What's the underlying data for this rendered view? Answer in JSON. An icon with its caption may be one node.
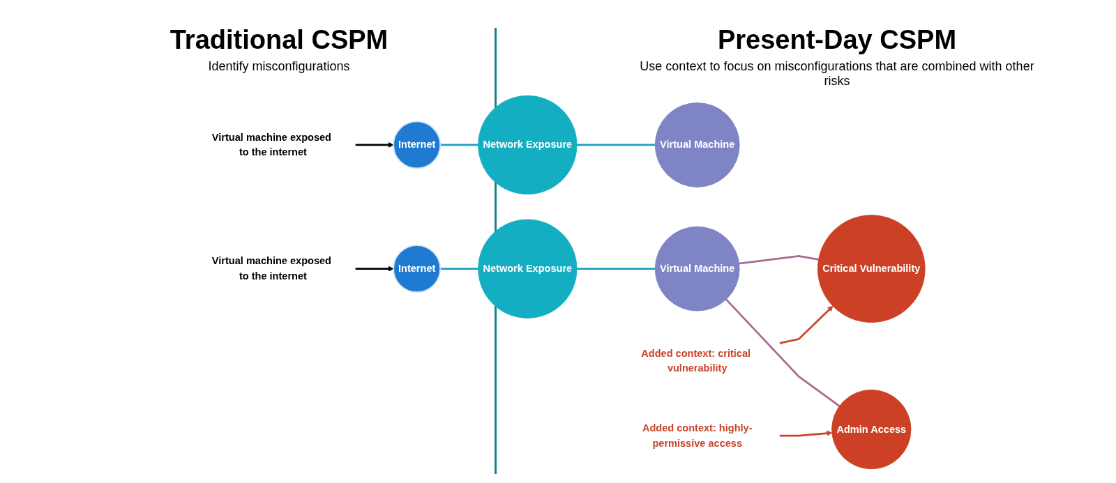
{
  "diagram": {
    "nodes": [
      {
        "text": [
          "Virtual machine exposed to the internet"
        ]
      },
      {
        "text": [
          "Internet"
        ]
      },
      {
        "text": [
          "Network Exposure"
        ]
      },
      {
        "text": [
          "Virtual Machine"
        ]
      },
      {
        "text": [
          "Virtual machine exposed to the internet"
        ]
      },
      {
        "text": [
          "Internet"
        ]
      },
      {
        "text": [
          "Network Exposure"
        ]
      },
      {
        "text": [
          "Virtual Machine"
        ]
      },
      {
        "text": [
          "Critical Vulnerability"
        ]
      },
      {
        "text": [
          "Admin Access"
        ]
      },
      {
        "text": [
          "Added context: critical vulnerability"
        ]
      },
      {
        "text": [
          "Added context: highly-permissive access"
        ]
      }
    ],
    "edges": [
      {
        "from": 0,
        "to": 1,
        "arrow": "to",
        "color": "#000000"
      },
      {
        "from": 1,
        "to": 2,
        "arrow": "none"
      },
      {
        "from": 2,
        "to": 3,
        "arrow": "none"
      },
      {
        "from": 4,
        "to": 5,
        "arrow": "to",
        "color": "#000000"
      },
      {
        "from": 5,
        "to": 6,
        "arrow": "none"
      },
      {
        "from": 6,
        "to": 7,
        "arrow": "none"
      },
      {
        "from": 7,
        "to": 8,
        "arrow": "none",
        "color": "#a86a8e"
      },
      {
        "from": 7,
        "to": 9,
        "arrow": "none",
        "color": "#a86a8e"
      },
      {
        "from": 10,
        "to": 8,
        "arrow": "to",
        "color": "#c8442a"
      },
      {
        "from": 11,
        "to": 9,
        "arrow": "to",
        "color": "#c8442a"
      }
    ],
    "labels": [
      "Traditional CSPM",
      "Identify misconfigurations",
      "Present-Day CSPM",
      "Use context to focus on misconfigurations that are combined with other risks"
    ]
  }
}
